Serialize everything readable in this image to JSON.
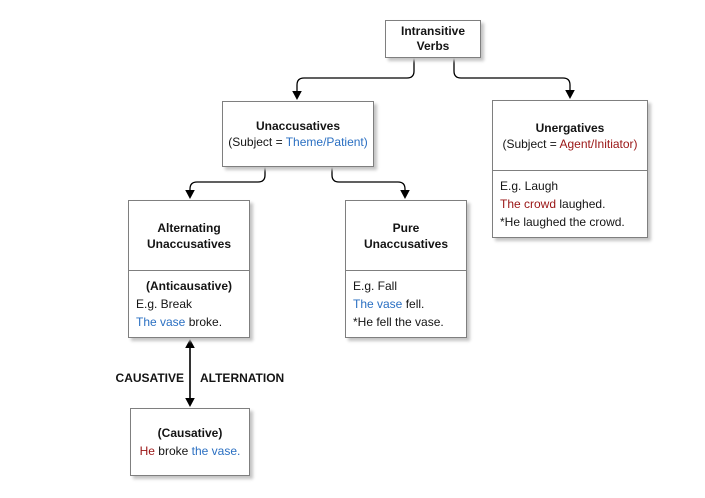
{
  "colors": {
    "blue": "#2a6fc2",
    "red": "#991414",
    "text": "#141414"
  },
  "labels": {
    "causative": "CAUSATIVE",
    "alternation": "ALTERNATION"
  },
  "boxes": {
    "intransitive": {
      "line1": "Intransitive",
      "line2": "Verbs"
    },
    "unaccusatives": {
      "title": "Unaccusatives",
      "subtitle": [
        {
          "text": "(Subject = ",
          "color": "text"
        },
        {
          "text": "Theme/Patient)",
          "color": "blue"
        }
      ]
    },
    "unergatives": {
      "title": "Unergatives",
      "subtitle": [
        {
          "text": "(Subject = ",
          "color": "text"
        },
        {
          "text": "Agent/Initiator)",
          "color": "red"
        }
      ],
      "examples": [
        [
          {
            "text": "E.g. Laugh",
            "color": "text"
          }
        ],
        [
          {
            "text": "The crowd",
            "color": "red"
          },
          {
            "text": " laughed.",
            "color": "text"
          }
        ],
        [
          {
            "text": "*He laughed the crowd.",
            "color": "text"
          }
        ]
      ]
    },
    "alternating": {
      "title_line1": "Alternating",
      "title_line2": "Unaccusatives",
      "subtitle": "(Anticausative)",
      "examples": [
        [
          {
            "text": "E.g. Break",
            "color": "text"
          }
        ],
        [
          {
            "text": "The vase",
            "color": "blue"
          },
          {
            "text": " broke.",
            "color": "text"
          }
        ]
      ]
    },
    "pure": {
      "title_line1": "Pure",
      "title_line2": "Unaccusatives",
      "examples": [
        [
          {
            "text": "E.g. Fall",
            "color": "text"
          }
        ],
        [
          {
            "text": "The vase",
            "color": "blue"
          },
          {
            "text": " fell.",
            "color": "text"
          }
        ],
        [
          {
            "text": "*He fell the vase.",
            "color": "text"
          }
        ]
      ]
    },
    "causative": {
      "title": "(Causative)",
      "examples": [
        [
          {
            "text": "He",
            "color": "red"
          },
          {
            "text": " broke ",
            "color": "text"
          },
          {
            "text": "the vase.",
            "color": "blue"
          }
        ]
      ]
    }
  }
}
